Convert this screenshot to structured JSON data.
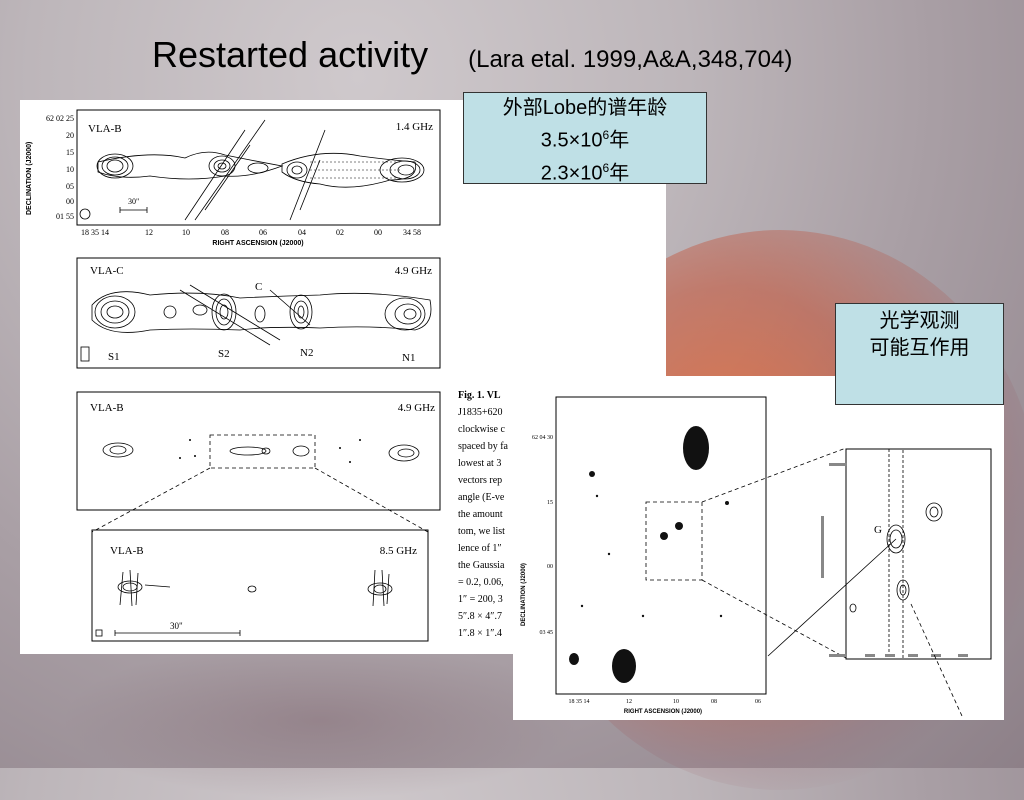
{
  "title": "Restarted activity",
  "citation": "(Lara etal. 1999,A&A,348,704)",
  "note_lobe": {
    "line1": "外部Lobe的谱年龄",
    "line2_base": "3.5×10",
    "line2_exp": "6",
    "line2_unit": "年",
    "line3_base": "2.3×10",
    "line3_exp": "6",
    "line3_unit": "年"
  },
  "note_optical": {
    "line1": "光学观测",
    "line2": "可能互作用"
  },
  "figure_left": {
    "panel1": {
      "tag": "VLA-B",
      "freq": "1.4 GHz",
      "y_axis": "DECLINATION (J2000)",
      "x_axis": "RIGHT ASCENSION (J2000)",
      "y_ticks": [
        "62 02 25",
        "20",
        "15",
        "10",
        "05",
        "00",
        "01 55"
      ],
      "x_ticks": [
        "18 35 14",
        "12",
        "10",
        "08",
        "06",
        "04",
        "02",
        "00",
        "34 58"
      ],
      "scale": "30\""
    },
    "panel2": {
      "tag": "VLA-C",
      "freq": "4.9 GHz",
      "labels": [
        "S1",
        "S2",
        "C",
        "N2",
        "N1"
      ]
    },
    "panel3": {
      "tag": "VLA-B",
      "freq": "4.9 GHz"
    },
    "panel4": {
      "tag": "VLA-B",
      "freq": "8.5 GHz",
      "scale": "30\""
    },
    "caption_lines": [
      "Fig. 1.   VL",
      "J1835+620",
      "clockwise c",
      "spaced by fa",
      "lowest at 3",
      "vectors rep",
      "angle (E-ve",
      "the amount",
      "tom, we list",
      "lence of 1″",
      "the Gaussia",
      "= 0.2, 0.06,",
      "1″ = 200, 3",
      "5″.8 × 4″.7",
      "1″.8 × 1″.4"
    ]
  },
  "figure_right": {
    "y_axis": "DECLINATION (J2000)",
    "x_axis": "RIGHT ASCENSION (J2000)",
    "y_ticks": [
      "62 04 30",
      "15",
      "00",
      "03 45"
    ],
    "x_ticks": [
      "18 35 14",
      "12",
      "10",
      "08",
      "06"
    ],
    "inset_label": "G"
  }
}
